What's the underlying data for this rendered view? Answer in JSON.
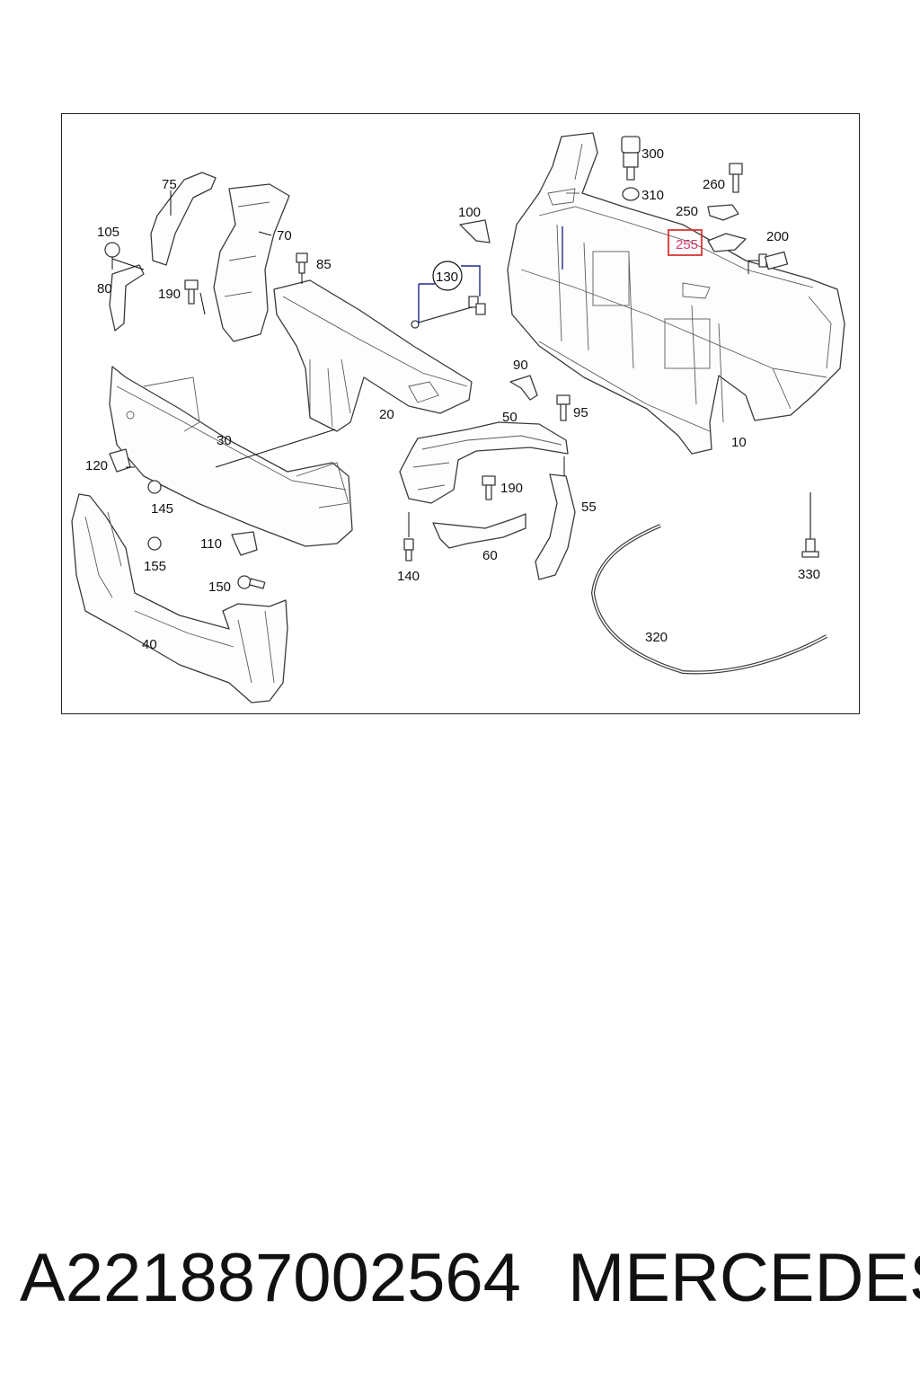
{
  "diagram": {
    "labels": {
      "p10": "10",
      "p20": "20",
      "p30": "30",
      "p40": "40",
      "p50": "50",
      "p55": "55",
      "p60": "60",
      "p70": "70",
      "p75": "75",
      "p80": "80",
      "p85": "85",
      "p90": "90",
      "p95": "95",
      "p100": "100",
      "p105": "105",
      "p110": "110",
      "p120": "120",
      "p130": "130",
      "p140": "140",
      "p145": "145",
      "p150": "150",
      "p155": "155",
      "p190a": "190",
      "p190b": "190",
      "p200": "200",
      "p250": "250",
      "p255": "255",
      "p260": "260",
      "p300": "300",
      "p310": "310",
      "p320": "320",
      "p330": "330"
    },
    "highlight": {
      "label": "255",
      "color": "#d93636"
    }
  },
  "footer": {
    "part_number": "A221887002564",
    "brand": "MERCEDES"
  }
}
